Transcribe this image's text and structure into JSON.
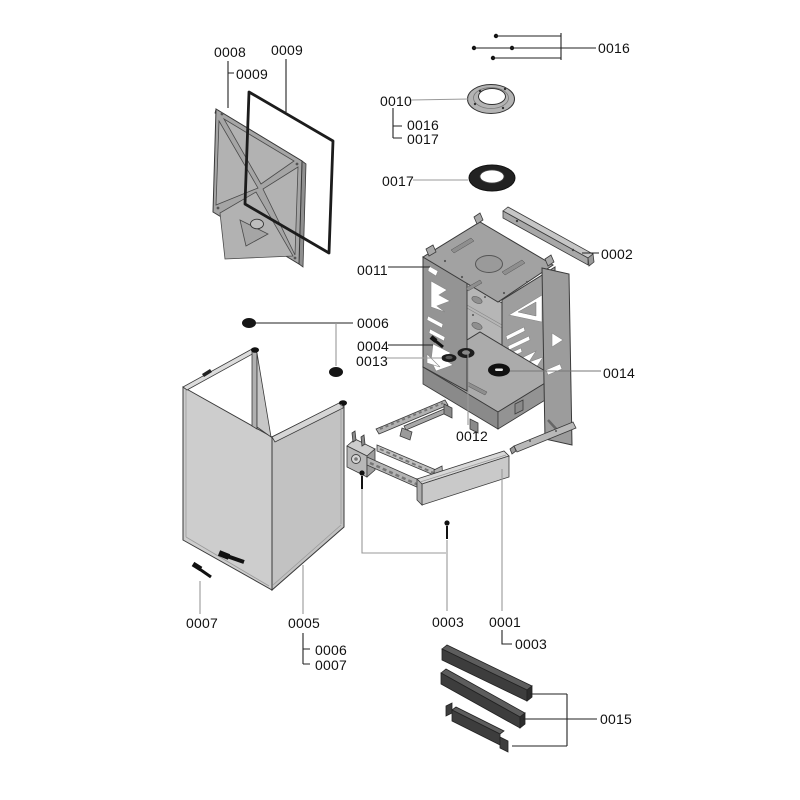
{
  "diagram": {
    "type": "exploded-parts-diagram",
    "background": "#ffffff",
    "ink": "#1a1a1a",
    "metal_light": "#cdcdcd",
    "metal_mid": "#a5a5a5",
    "metal_dark": "#3d3d3d",
    "callouts": [
      {
        "id": "0008-main",
        "text": "0008"
      },
      {
        "id": "0009-sub-of-0008",
        "text": "0009"
      },
      {
        "id": "0009-main",
        "text": "0009"
      },
      {
        "id": "0016-screws-top",
        "text": "0016"
      },
      {
        "id": "0010-main",
        "text": "0010"
      },
      {
        "id": "0016-sub-of-0010",
        "text": "0016"
      },
      {
        "id": "0017-sub-of-0010",
        "text": "0017"
      },
      {
        "id": "0017-main",
        "text": "0017"
      },
      {
        "id": "0002-main",
        "text": "0002"
      },
      {
        "id": "0011-main",
        "text": "0011"
      },
      {
        "id": "0006-main",
        "text": "0006"
      },
      {
        "id": "0004-main",
        "text": "0004"
      },
      {
        "id": "0013-main",
        "text": "0013"
      },
      {
        "id": "0014-main",
        "text": "0014"
      },
      {
        "id": "0012-main",
        "text": "0012"
      },
      {
        "id": "0007-main",
        "text": "0007"
      },
      {
        "id": "0005-main",
        "text": "0005"
      },
      {
        "id": "0006-sub-of-0005",
        "text": "0006"
      },
      {
        "id": "0007-sub-of-0005",
        "text": "0007"
      },
      {
        "id": "0003-main",
        "text": "0003"
      },
      {
        "id": "0001-main",
        "text": "0001"
      },
      {
        "id": "0003-sub-of-0001",
        "text": "0003"
      },
      {
        "id": "0015-main",
        "text": "0015"
      }
    ]
  }
}
